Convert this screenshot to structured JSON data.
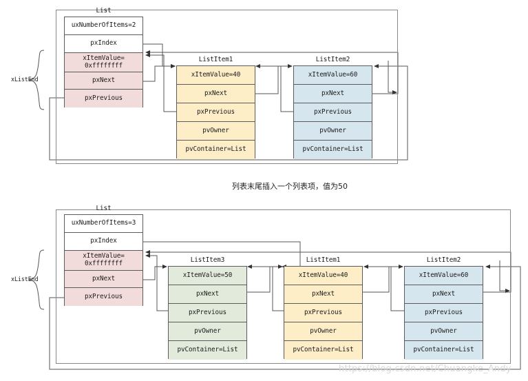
{
  "diagram": {
    "title_top": "List",
    "caption": "列表末尾插入一个列表项，值为50",
    "watermark": "https://blog.csdn.net/Chuangke_Andy",
    "brace_label": "xListEnd",
    "colors": {
      "pink": "#f2dcdb",
      "tan": "#fdeec8",
      "blue": "#d6e6ef",
      "green": "#e2ebdb",
      "white": "#ffffff",
      "stroke": "#5a5a5a",
      "frame": "#888888",
      "watermark": "#d9d9d9"
    }
  },
  "top": {
    "list": {
      "title": "List",
      "rows": [
        {
          "label": "uxNumberOfItems=2",
          "fill": "white"
        },
        {
          "label": "pxIndex",
          "fill": "white"
        },
        {
          "label": "xItemValue=\n0xffffffff",
          "fill": "pink"
        },
        {
          "label": "pxNext",
          "fill": "pink"
        },
        {
          "label": "pxPrevious",
          "fill": "pink"
        }
      ]
    },
    "items": [
      {
        "title": "ListItem1",
        "fill": "tan",
        "rows": [
          "xItemValue=40",
          "pxNext",
          "pxPrevious",
          "pvOwner",
          "pvContainer=List"
        ]
      },
      {
        "title": "ListItem2",
        "fill": "blue",
        "rows": [
          "xItemValue=60",
          "pxNext",
          "pxPrevious",
          "pvOwner",
          "pvContainer=List"
        ]
      }
    ],
    "brace_label": "xListEnd"
  },
  "bottom": {
    "list": {
      "title": "List",
      "rows": [
        {
          "label": "uxNumberOfItems=3",
          "fill": "white"
        },
        {
          "label": "pxIndex",
          "fill": "white"
        },
        {
          "label": "xItemValue=\n0xffffffff",
          "fill": "pink"
        },
        {
          "label": "pxNext",
          "fill": "pink"
        },
        {
          "label": "pxPrevious",
          "fill": "pink"
        }
      ]
    },
    "items": [
      {
        "title": "ListItem3",
        "fill": "green",
        "rows": [
          "xItemValue=50",
          "pxNext",
          "pxPrevious",
          "pvOwner",
          "pvContainer=List"
        ]
      },
      {
        "title": "ListItem1",
        "fill": "tan",
        "rows": [
          "xItemValue=40",
          "pxNext",
          "pxPrevious",
          "pvOwner",
          "pvContainer=List"
        ]
      },
      {
        "title": "ListItem2",
        "fill": "blue",
        "rows": [
          "xItemValue=60",
          "pxNext",
          "pxPrevious",
          "pvOwner",
          "pvContainer=List"
        ]
      }
    ],
    "brace_label": "xListEnd"
  }
}
